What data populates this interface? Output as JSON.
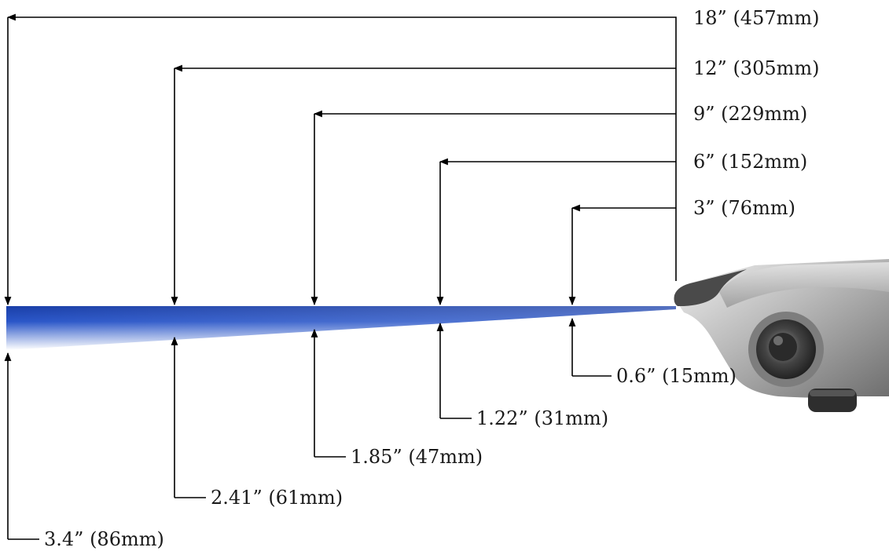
{
  "distance_labels": [
    {
      "id": "18in",
      "text": "18” (457mm)"
    },
    {
      "id": "12in",
      "text": "12” (305mm)"
    },
    {
      "id": "9in",
      "text": "9” (229mm)"
    },
    {
      "id": "6in",
      "text": "6” (152mm)"
    },
    {
      "id": "3in",
      "text": "3” (76mm)"
    }
  ],
  "spot_labels": [
    {
      "id": "0.6in",
      "text": "0.6” (15mm)"
    },
    {
      "id": "1.22in",
      "text": "1.22” (31mm)"
    },
    {
      "id": "1.85in",
      "text": "1.85” (47mm)"
    },
    {
      "id": "2.41in",
      "text": "2.41” (61mm)"
    },
    {
      "id": "3.4in",
      "text": "3.4” (86mm)"
    }
  ],
  "colors": {
    "beam_dark": "#1a3fa8",
    "beam_light": "#ffffff",
    "housing": "#b8b8b8"
  }
}
